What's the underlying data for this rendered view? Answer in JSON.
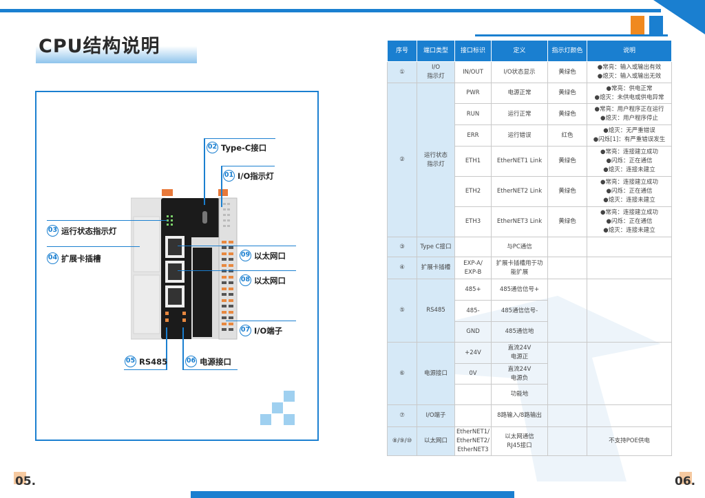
{
  "title": "CPU结构说明",
  "pages": {
    "left": "05.",
    "right": "06."
  },
  "labels": [
    {
      "num": "02",
      "text": "Type-C接口"
    },
    {
      "num": "01",
      "text": "I/O指示灯"
    },
    {
      "num": "03",
      "text": "运行状态指示灯"
    },
    {
      "num": "04",
      "text": "扩展卡插槽"
    },
    {
      "num": "09",
      "text": "以太网口"
    },
    {
      "num": "08",
      "text": "以太网口"
    },
    {
      "num": "07",
      "text": "I/O端子"
    },
    {
      "num": "05",
      "text": "RS485"
    },
    {
      "num": "06",
      "text": "电源接口"
    }
  ],
  "table": {
    "headers": [
      "序号",
      "端口类型",
      "接口标识",
      "定义",
      "指示灯颜色",
      "说明"
    ],
    "r1": [
      "①",
      "I/O\n指示灯",
      "IN/OUT",
      "I/O状态显示",
      "黄绿色",
      "●常亮：输入或输出有效\n●熄灭：输入或输出无效"
    ],
    "r2": {
      "no": "②",
      "type": "运行状态\n指示灯",
      "rows": [
        [
          "PWR",
          "电源正常",
          "黄绿色",
          "●常亮：供电正常\n●熄灭：未供电或供电异常"
        ],
        [
          "RUN",
          "运行正常",
          "黄绿色",
          "●常亮：用户程序正在运行\n●熄灭：用户程序停止"
        ],
        [
          "ERR",
          "运行错误",
          "红色",
          "●熄灭：无严重错误\n●闪烁[1]：有严重错误发生"
        ],
        [
          "ETH1",
          "EtherNET1 Link",
          "黄绿色",
          "●常亮：连接建立成功\n●闪烁：正在通信\n●熄灭：连接未建立"
        ],
        [
          "ETH2",
          "EtherNET2 Link",
          "黄绿色",
          "●常亮：连接建立成功\n●闪烁：正在通信\n●熄灭：连接未建立"
        ],
        [
          "ETH3",
          "EtherNET3 Link",
          "黄绿色",
          "●常亮：连接建立成功\n●闪烁：正在通信\n●熄灭：连接未建立"
        ]
      ]
    },
    "r3": [
      "③",
      "Type C接口",
      "",
      "与PC通信",
      "",
      ""
    ],
    "r4": [
      "④",
      "扩展卡插槽",
      "EXP-A/\nEXP-B",
      "扩展卡插槽用于功\n能扩展",
      "",
      ""
    ],
    "r5": {
      "no": "⑤",
      "type": "RS485",
      "rows": [
        [
          "485+",
          "485通信信号+"
        ],
        [
          "485-",
          "485通信信号-"
        ],
        [
          "GND",
          "485通信地"
        ]
      ]
    },
    "r6": {
      "no": "⑥",
      "type": "电源接口",
      "rows": [
        [
          "+24V",
          "直流24V\n电源正"
        ],
        [
          "0V",
          "直流24V\n电源负"
        ],
        [
          "",
          "功能地"
        ]
      ]
    },
    "r7": [
      "⑦",
      "I/O端子",
      "",
      "8路输入/8路输出",
      "",
      ""
    ],
    "r8": [
      "⑧/⑨/⑩",
      "以太网口",
      "EtherNET1/\nEtherNET2/\nEtherNET3",
      "以太网通信\nRJ45接口",
      "",
      "不支持POE供电"
    ]
  }
}
